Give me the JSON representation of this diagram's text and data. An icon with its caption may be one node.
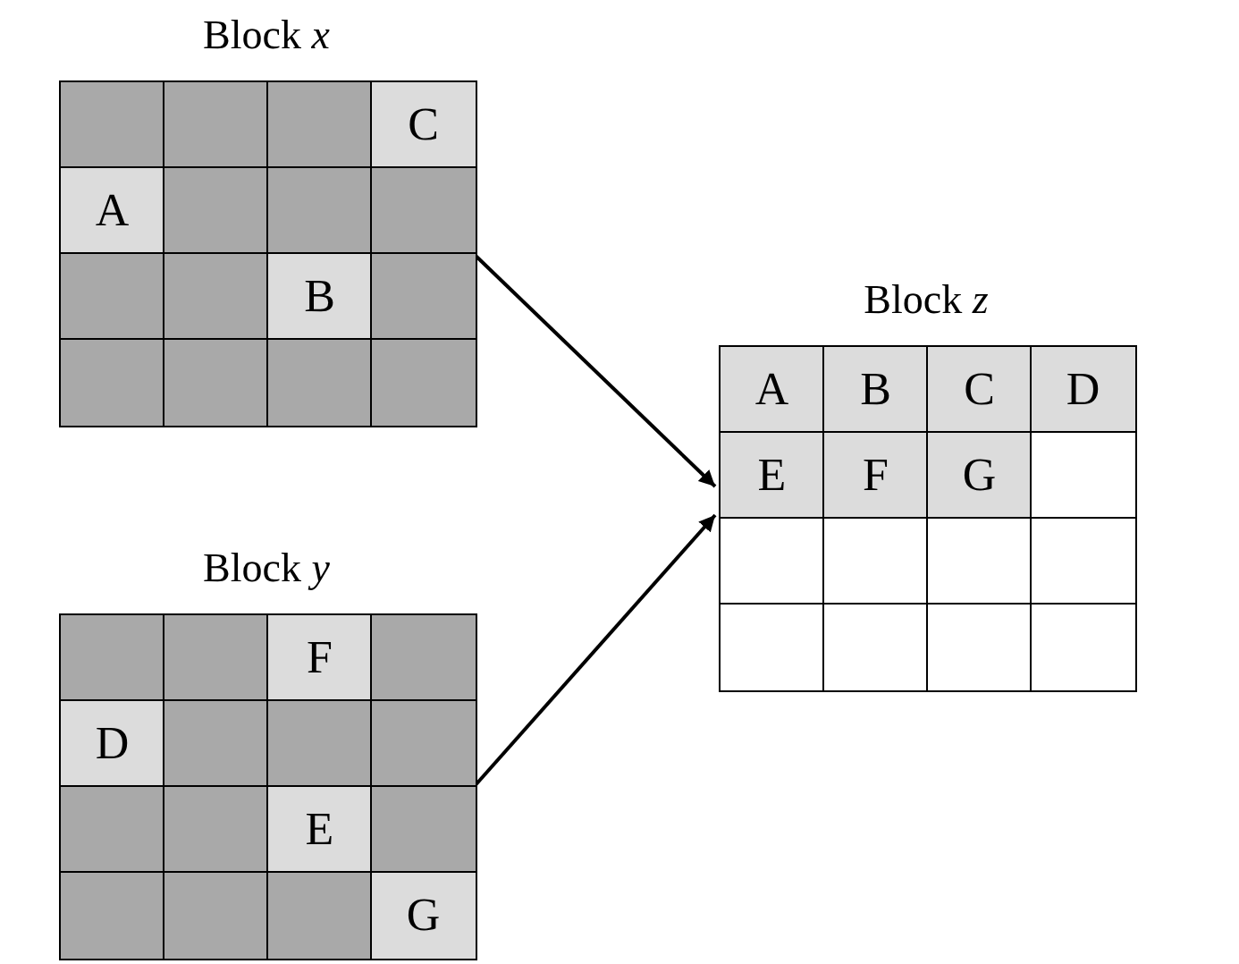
{
  "diagram": {
    "nodes": [
      {
        "text": [
          "Block *x*"
        ]
      },
      {
        "text": [],
        "shape": "box",
        "in": 0
      },
      {
        "text": [],
        "shape": "box",
        "in": 0
      },
      {
        "text": [],
        "shape": "box",
        "in": 0
      },
      {
        "text": [
          "C"
        ],
        "in": 0
      },
      {
        "text": [
          "A"
        ],
        "in": 0
      },
      {
        "text": [],
        "shape": "box",
        "in": 0
      },
      {
        "text": [],
        "shape": "box",
        "in": 0
      },
      {
        "text": [],
        "shape": "box",
        "in": 0
      },
      {
        "text": [],
        "shape": "box",
        "in": 0
      },
      {
        "text": [],
        "shape": "box",
        "in": 0
      },
      {
        "text": [
          "B"
        ],
        "in": 0
      },
      {
        "text": [],
        "shape": "box",
        "in": 0
      },
      {
        "text": [],
        "shape": "box",
        "in": 0
      },
      {
        "text": [],
        "shape": "box",
        "in": 0
      },
      {
        "text": [],
        "shape": "box",
        "in": 0
      },
      {
        "text": [],
        "shape": "box",
        "in": 0
      },
      {
        "text": [
          "Block *y*"
        ]
      },
      {
        "text": [],
        "shape": "box",
        "in": 17
      },
      {
        "text": [],
        "shape": "box",
        "in": 17
      },
      {
        "text": [
          "F"
        ],
        "in": 17
      },
      {
        "text": [],
        "shape": "box",
        "in": 17
      },
      {
        "text": [
          "D"
        ],
        "in": 17
      },
      {
        "text": [],
        "shape": "box",
        "in": 17
      },
      {
        "text": [],
        "shape": "box",
        "in": 17
      },
      {
        "text": [],
        "shape": "box",
        "in": 17
      },
      {
        "text": [],
        "shape": "box",
        "in": 17
      },
      {
        "text": [],
        "shape": "box",
        "in": 17
      },
      {
        "text": [
          "E"
        ],
        "in": 17
      },
      {
        "text": [],
        "shape": "box",
        "in": 17
      },
      {
        "text": [],
        "shape": "box",
        "in": 17
      },
      {
        "text": [],
        "shape": "box",
        "in": 17
      },
      {
        "text": [],
        "shape": "box",
        "in": 17
      },
      {
        "text": [
          "G"
        ],
        "in": 17
      },
      {
        "text": [
          "Block *z*"
        ]
      },
      {
        "text": [
          "A"
        ],
        "in": 34
      },
      {
        "text": [
          "B"
        ],
        "in": 34
      },
      {
        "text": [
          "C"
        ],
        "in": 34
      },
      {
        "text": [
          "D"
        ],
        "in": 34
      },
      {
        "text": [
          "E"
        ],
        "in": 34
      },
      {
        "text": [
          "F"
        ],
        "in": 34
      },
      {
        "text": [
          "G"
        ],
        "in": 34
      },
      {
        "text": [],
        "shape": "box",
        "in": 34
      },
      {
        "text": [],
        "shape": "box",
        "in": 34
      },
      {
        "text": [],
        "shape": "box",
        "in": 34
      },
      {
        "text": [],
        "shape": "box",
        "in": 34
      },
      {
        "text": [],
        "shape": "box",
        "in": 34
      },
      {
        "text": [],
        "shape": "box",
        "in": 34
      },
      {
        "text": [],
        "shape": "box",
        "in": 34
      },
      {
        "text": [],
        "shape": "box",
        "in": 34
      },
      {
        "text": [],
        "shape": "box",
        "in": 34
      }
    ],
    "edges": [
      {
        "from": 0,
        "to": 34,
        "arrow": "to"
      },
      {
        "from": 17,
        "to": 34,
        "arrow": "to"
      }
    ]
  }
}
